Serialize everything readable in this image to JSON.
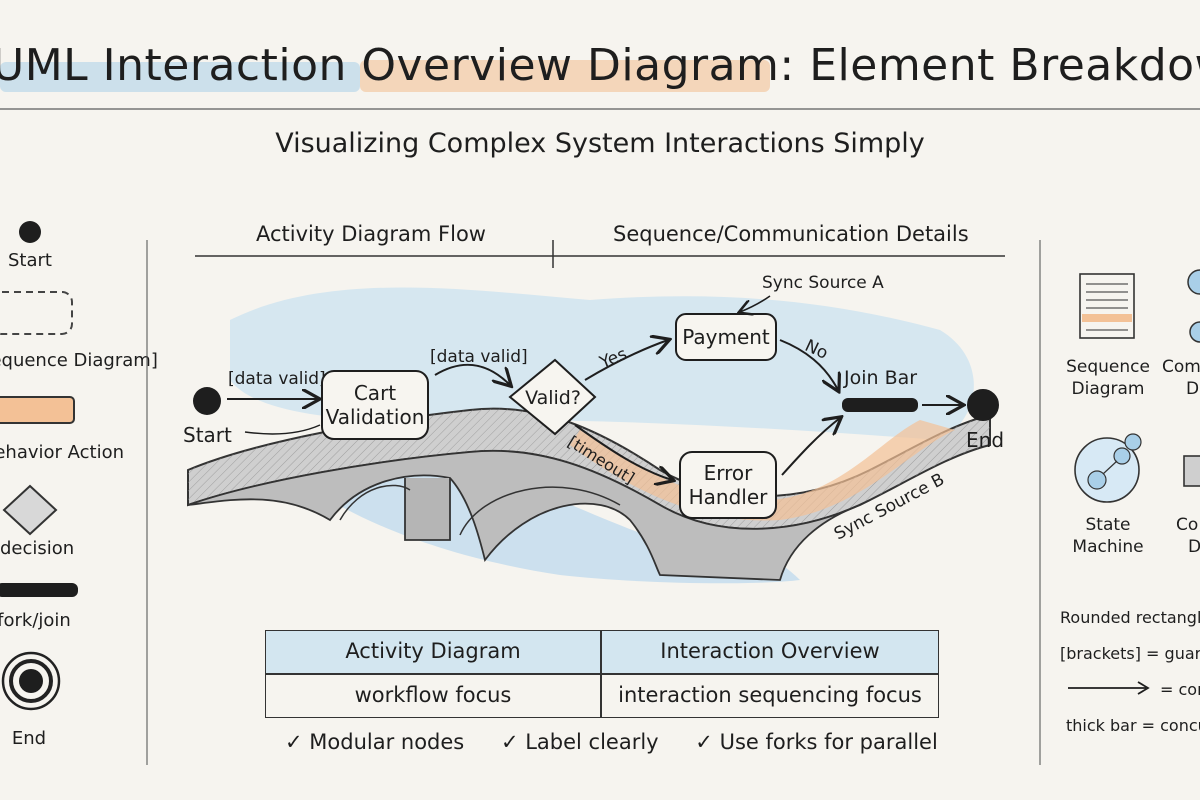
{
  "header": {
    "title": "UML Interaction Overview Diagram: Element Breakdown",
    "subtitle": "Visualizing Complex System Interactions Simply"
  },
  "left_legend": [
    {
      "label": "Start",
      "icon": "filled-circle-icon"
    },
    {
      "label": "[Sequence Diagram]",
      "icon": "dashed-rounded-rect-icon"
    },
    {
      "label": "Behavior Action",
      "icon": "orange-bar-icon"
    },
    {
      "label": "decision",
      "icon": "diamond-icon"
    },
    {
      "label": "fork/join",
      "icon": "thick-bar-icon"
    },
    {
      "label": "End",
      "icon": "bullseye-icon"
    }
  ],
  "center": {
    "col_left_header": "Activity Diagram Flow",
    "col_right_header": "Sequence/Communication Details",
    "nodes": {
      "start_label": "Start",
      "guard1": "[data valid]",
      "guard2": "[data valid]",
      "cart_line1": "Cart",
      "cart_line2": "Validation",
      "valid": "Valid?",
      "payment": "Payment",
      "yes": "Yes",
      "no": "No",
      "sync_a": "Sync Source A",
      "sync_b": "Sync Source B",
      "timeout": "[timeout]",
      "error_line1": "Error",
      "error_line2": "Handler",
      "join_bar": "Join Bar",
      "end_label": "End"
    }
  },
  "comparison_table": {
    "headers": [
      "Activity Diagram",
      "Interaction Overview"
    ],
    "row": [
      "workflow focus",
      "interaction sequencing focus"
    ]
  },
  "checklist": [
    "✓ Modular nodes",
    "✓ Label clearly",
    "✓ Use forks for parallel"
  ],
  "right_legend": {
    "items": [
      {
        "line1": "Sequence",
        "line2": "Diagram",
        "icon": "sequence-diagram-icon"
      },
      {
        "line1": "Comm",
        "line2": "D",
        "icon": "communication-diagram-icon"
      },
      {
        "line1": "State",
        "line2": "Machine",
        "icon": "state-machine-icon"
      },
      {
        "line1": "Co",
        "line2": "D",
        "icon": "component-diagram-icon"
      }
    ],
    "notes": [
      "Rounded rectangles",
      "[brackets] = guard",
      "= contr",
      "thick bar = concur"
    ]
  },
  "colors": {
    "accent_blue": "#a9cfe8",
    "accent_orange": "#f3c196",
    "ink": "#1e1e1e",
    "paper": "#f6f4ef"
  }
}
